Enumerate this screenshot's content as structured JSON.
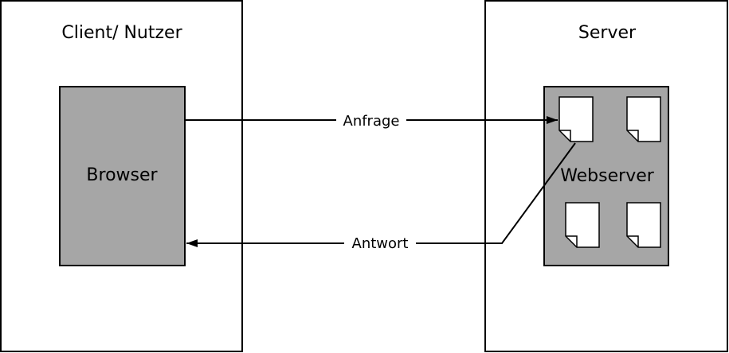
{
  "diagram": {
    "client_title": "Client/ Nutzer",
    "server_title": "Server",
    "browser_label": "Browser",
    "webserver_label": "Webserver",
    "request_label": "Anfrage",
    "response_label": "Antwort"
  },
  "colors": {
    "stroke": "#000000",
    "panel_fill": "#ffffff",
    "block_fill": "#a6a6a6",
    "document_fill": "#ffffff"
  }
}
